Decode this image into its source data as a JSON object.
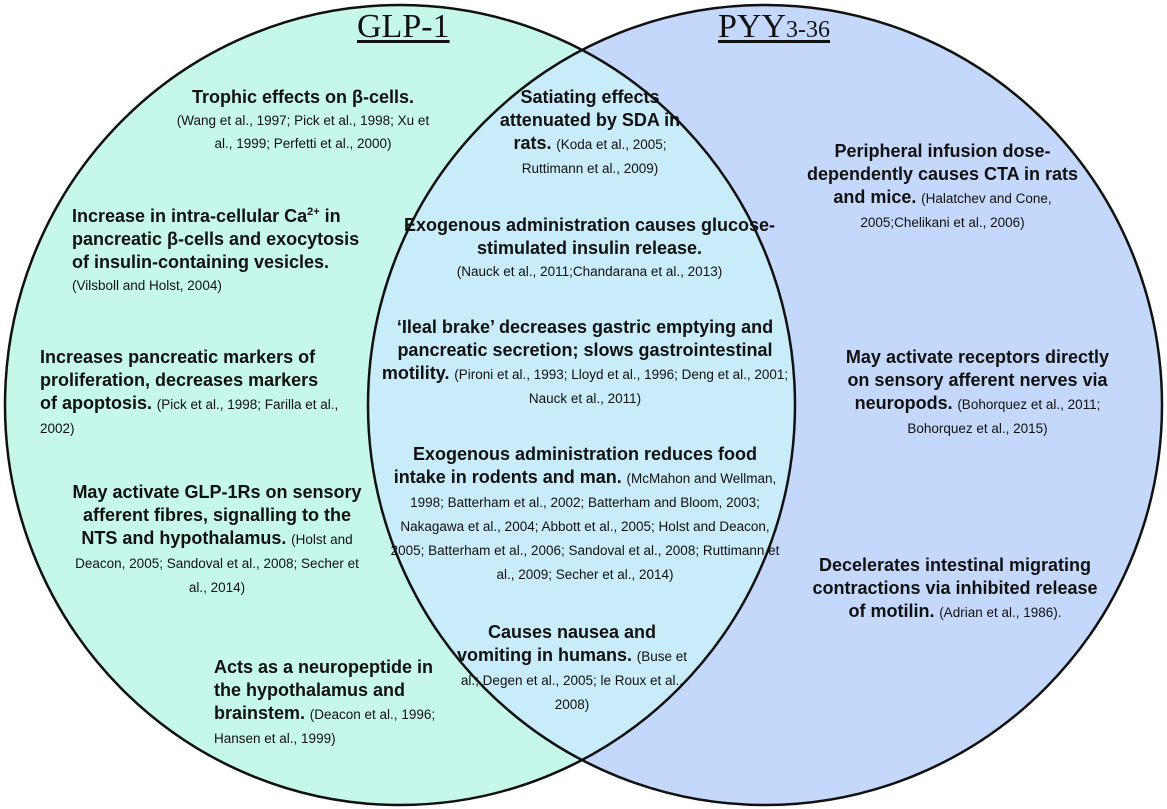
{
  "circles": {
    "left": {
      "fill": "#c5f7ea",
      "stroke": "#111111"
    },
    "right": {
      "fill": "#c4d8fb",
      "stroke": "#111111"
    },
    "overlap": {
      "fill": "#c8ecfa"
    }
  },
  "titles": {
    "left": "GLP-1",
    "right_main": "PYY",
    "right_sub": "3-36"
  },
  "glp1": {
    "b1_head": "Trophic effects on β-cells.",
    "b1_refs": "(Wang et al., 1997; Pick et al., 1998; Xu et al., 1999; Perfetti et al., 2000)",
    "b2_head_a": "Increase in intra-cellular Ca",
    "b2_sup": "2+",
    "b2_head_b": " in pancreatic β-cells and exocytosis of insulin-containing vesicles.",
    "b2_refs": "(Vilsboll and Holst, 2004)",
    "b3_head": "Increases pancreatic markers of proliferation, decreases markers of apoptosis.",
    "b3_refs": "(Pick et al., 1998; Farilla et al., 2002)",
    "b4_head": "May activate GLP-1Rs on sensory afferent fibres, signalling to the NTS and hypothalamus.",
    "b4_refs": "(Holst and Deacon, 2005; Sandoval et al., 2008; Secher et al., 2014)",
    "b5_head": "Acts as a neuropeptide in the hypothalamus and brainstem.",
    "b5_refs": "(Deacon et al., 1996; Hansen et al., 1999)"
  },
  "shared": {
    "b1_head": "Satiating effects attenuated by SDA in rats.",
    "b1_refs": "(Koda et al., 2005; Ruttimann et al., 2009)",
    "b2_head": "Exogenous administration causes glucose-stimulated insulin release.",
    "b2_refs": "(Nauck et al., 2011;Chandarana et al., 2013)",
    "b3_head": "‘Ileal brake’ decreases gastric emptying and pancreatic secretion; slows gastrointestinal motility.",
    "b3_refs": "(Pironi et al., 1993; Lloyd et al., 1996; Deng et al., 2001; Nauck et al., 2011)",
    "b4_head": "Exogenous administration reduces food intake in rodents and man.",
    "b4_refs": "(McMahon and Wellman, 1998; Batterham et al., 2002; Batterham and Bloom, 2003; Nakagawa et al., 2004; Abbott et al., 2005; Holst and Deacon, 2005; Batterham et al., 2006; Sandoval et al., 2008; Ruttimann et al., 2009; Secher et al., 2014)",
    "b5_head": "Causes nausea and vomiting in humans.",
    "b5_refs": "(Buse et al.; Degen  et al., 2005; le Roux et al., 2008)"
  },
  "pyy": {
    "b1_head": "Peripheral infusion dose-dependently causes CTA in rats and mice.",
    "b1_refs": "(Halatchev and Cone, 2005;Chelikani et al., 2006)",
    "b2_head": "May activate receptors directly on sensory afferent nerves via neuropods.",
    "b2_refs": "(Bohorquez et al., 2011; Bohorquez et al., 2015)",
    "b3_head": "Decelerates intestinal migrating contractions via inhibited release of motilin.",
    "b3_refs": "(Adrian et al., 1986)."
  }
}
